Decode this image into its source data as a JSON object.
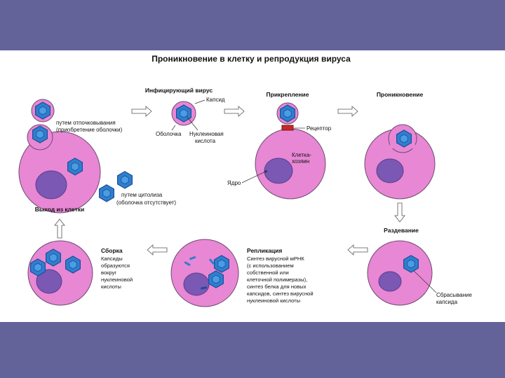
{
  "title": "Проникновение в клетку и репродукция вируса",
  "labels": {
    "infecting_virus": "Инфицирующий вирус",
    "capsid": "Капсид",
    "envelope": "Оболочка",
    "nucleic_acid_1": "Нуклеиновая",
    "nucleic_acid_2": "кислота",
    "attachment": "Прикрепление",
    "receptor": "Рецептор",
    "host_cell_1": "Клетка-",
    "host_cell_2": "хозяин",
    "nucleus": "Ядро",
    "penetration": "Проникновение",
    "budding_1": "путем отпочковывания",
    "budding_2": "(приобретение оболочки)",
    "cytolysis_1": "путем цитолиза",
    "cytolysis_2": "(оболочка отсутствует)",
    "exit_cell": "Выход из клетки",
    "uncoating": "Раздевание",
    "capsid_shedding_1": "Сбрасывание",
    "capsid_shedding_2": "капсида",
    "assembly": "Сборка",
    "assembly_text": [
      "Капсиды",
      "образуются",
      "вокруг",
      "нуклеиновой",
      "кислоты"
    ],
    "replication": "Репликация",
    "replication_text": [
      "Синтез вирусной мРНК",
      "(с использованием",
      "собственной или",
      "клеточной полимеразы),",
      "синтез белка для новых",
      "капсидов, синтез вирусной",
      "нуклеиновой кислоты"
    ]
  },
  "colors": {
    "frame": "#63639a",
    "cell": "#e887d4",
    "cell_outline": "#6b4a70",
    "nucleus": "#7a58b4",
    "virus": "#2f7fd0",
    "virus_dark": "#1e4e95",
    "envelope": "#e887d4",
    "receptor": "#c42a2a",
    "arrow": "#ffffff"
  }
}
